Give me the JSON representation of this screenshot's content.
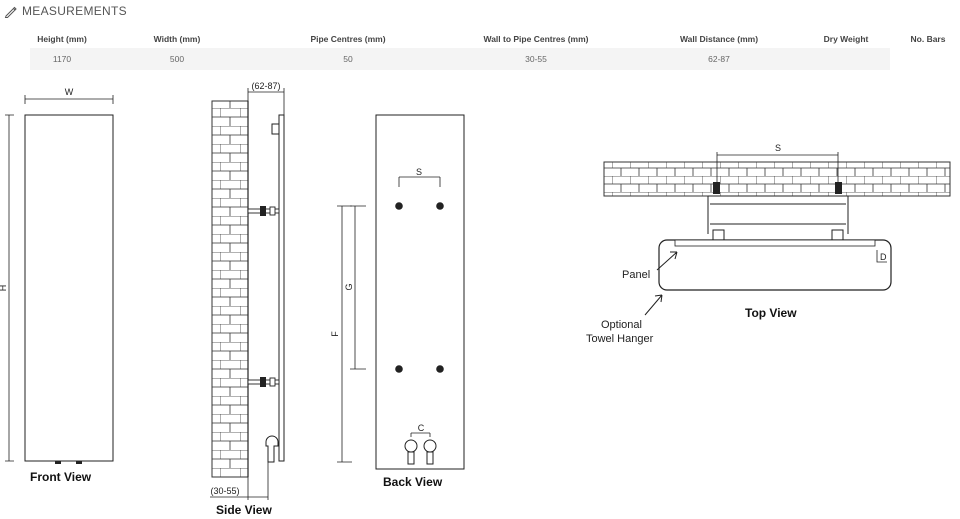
{
  "section": {
    "title": "MEASUREMENTS",
    "icon": "ruler-pencil-icon"
  },
  "table": {
    "headers": [
      "Height (mm)",
      "Width (mm)",
      "Pipe Centres (mm)",
      "Wall to Pipe Centres (mm)",
      "Wall Distance (mm)",
      "Dry Weight",
      "No. Bars"
    ],
    "row": [
      "1170",
      "500",
      "50",
      "30-55",
      "62-87",
      "",
      ""
    ]
  },
  "front": {
    "title": "Front  View",
    "w": "W",
    "h": "H"
  },
  "side": {
    "title": "Side  View",
    "top_dim": "(62-87)",
    "bottom_dim": "(30-55)"
  },
  "back": {
    "title": "Back  View",
    "s": "S",
    "g": "G",
    "f": "F",
    "c": "C"
  },
  "top": {
    "title": "Top  View",
    "s": "S",
    "d": "D",
    "panel": "Panel",
    "optional": "Optional",
    "towel": "Towel Hanger"
  }
}
